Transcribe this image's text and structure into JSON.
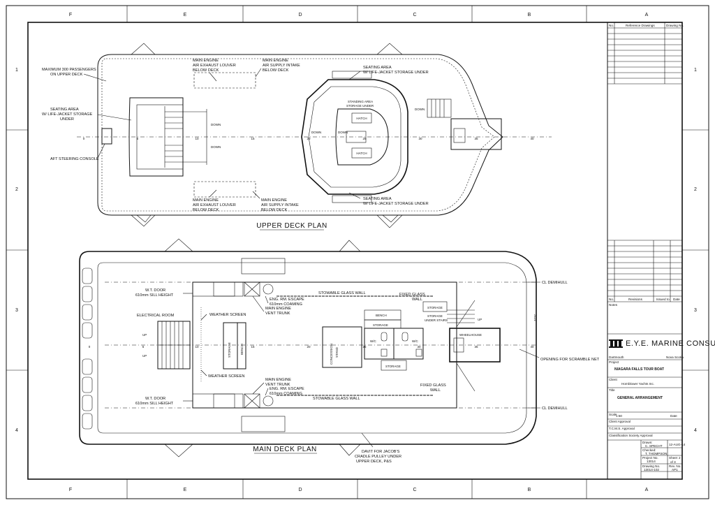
{
  "grid": {
    "columns": [
      "F",
      "E",
      "D",
      "C",
      "B",
      "A"
    ],
    "rows": [
      "1",
      "2",
      "3",
      "4"
    ]
  },
  "upper_deck": {
    "title": "UPPER DECK PLAN",
    "labels": {
      "max_passengers": [
        "MAXIMUM 300 PASSENGERS",
        "ON UPPER DECK"
      ],
      "seating_left": [
        "SEATING AREA",
        "W/ LIFE-JACKET STORAGE",
        "UNDER"
      ],
      "aft_console": "AFT STEERING CONSOLE",
      "louver_top": [
        "MAIN ENGINE",
        "AIR EXHAUST LOUVER",
        "BELOW DECK"
      ],
      "intake_top": [
        "MAIN ENGINE",
        "AIR SUPPLY INTAKE",
        "BELOW DECK"
      ],
      "seating_top": [
        "SEATING AREA",
        "W/ LIFE-JACKET STORAGE UNDER"
      ],
      "standing_area": [
        "STANDING AREA",
        "STORAGE UNDER"
      ],
      "hatch": "HATCH",
      "down": "DOWN",
      "louver_bottom": [
        "MAIN ENGINE",
        "AIR EXHAUST LOUVER",
        "BELOW DECK"
      ],
      "intake_bottom": [
        "MAIN ENGINE",
        "AIR SUPPLY INTAKE",
        "BELOW DECK"
      ],
      "seating_bottom": [
        "SEATING AREA",
        "W/ LIFE-JACKET STORAGE UNDER"
      ]
    },
    "frames": [
      "0",
      "5",
      "10",
      "15",
      "20",
      "25",
      "30",
      "35",
      "40"
    ]
  },
  "main_deck": {
    "title": "MAIN DECK PLAN",
    "labels": {
      "wt_door_top": [
        "W.T. DOOR",
        "610mm SILL HEIGHT"
      ],
      "wt_door_bottom": [
        "W.T. DOOR",
        "610mm SILL HEIGHT"
      ],
      "electrical_room": "ELECTRICAL ROOM",
      "weather_screen": "WEATHER SCREEN",
      "storage": "STORAGE",
      "bench": "BENCH",
      "up": "UP",
      "eng_escape": [
        "ENG. RM. ESCAPE",
        "610mm COAMING"
      ],
      "vent_trunk": [
        "MAIN ENGINE",
        "VENT TRUNK"
      ],
      "stowable_glass": "STOWABLE GLASS WALL",
      "fixed_glass": [
        "FIXED GLASS",
        "WALL"
      ],
      "storage_under_stairs": [
        "STORAGE",
        "UNDER STAIRS"
      ],
      "concession": [
        "CONCESSION",
        "STAND"
      ],
      "wc": "W/C",
      "wheelhouse": "WHEELHOUSE",
      "cl_demihull": "CL DEMIHULL",
      "scramble_net": "OPENING FOR SCRAMBLE NET",
      "davit": [
        "DAVIT FOR JACOB'S",
        "CRADLE PULLEY UNDER",
        "UPPER DECK, P&S"
      ],
      "beam": "3737"
    },
    "frames": [
      "0",
      "5",
      "10",
      "15",
      "20",
      "25",
      "30",
      "35",
      "40"
    ]
  },
  "title_block": {
    "reference_header": {
      "no": "No.",
      "reference": "Reference Drawings",
      "drawing_no": "Drawing No."
    },
    "revisions_header": {
      "no": "No.",
      "revisions": "Revisions",
      "issued": "Issued to",
      "date": "Date"
    },
    "notes": "Notes",
    "company": "E.Y.E. MARINE CONSULTANTS",
    "location": [
      "Dartmouth",
      "Nova Scotia"
    ],
    "project_label": "Project",
    "project": "NIAGARA FALLS TOUR BOAT",
    "client_label": "Client",
    "client": "Hornblower Yachts Inc.",
    "title_label": "Title",
    "title": "GENERAL ARRANGEMENT",
    "scale_label": "Scale",
    "scale": "1:50",
    "date_label": "Date",
    "client_approval": "Client Approval",
    "tcms_approval": "T.C.M.S. Approval",
    "class_approval": "Classification Society Approval",
    "drawn_label": "Drawn:",
    "drawn_by": "C. SPECHT",
    "drawn_date": "12-AUG-14",
    "checked_label": "Checked:",
    "checked_by": "T. THOMPSON",
    "project_no_label": "Project No.",
    "project_no": "13014",
    "sheet_label": "Sheet",
    "sheet": "2",
    "sheet_of": "of 3",
    "drawing_no_label": "Drawing No.",
    "drawing_no": "13014-102",
    "rev_no_label": "Rev. No.",
    "rev_no": "AP1"
  }
}
